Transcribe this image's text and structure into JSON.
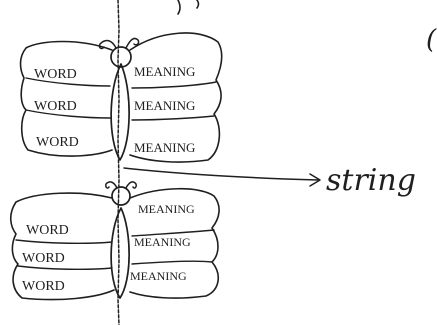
{
  "top_butterfly": {
    "wings_left": [
      "WORD",
      "WORD",
      "WORD"
    ],
    "wings_right": [
      "MEANING",
      "MEANING",
      "MEANING"
    ]
  },
  "bottom_butterfly": {
    "wings_left": [
      "WORD",
      "WORD",
      "WORD"
    ],
    "wings_right": [
      "MEANING",
      "MEANING",
      "MEANING"
    ]
  },
  "string_label": "string",
  "top_corner_glyph": "("
}
